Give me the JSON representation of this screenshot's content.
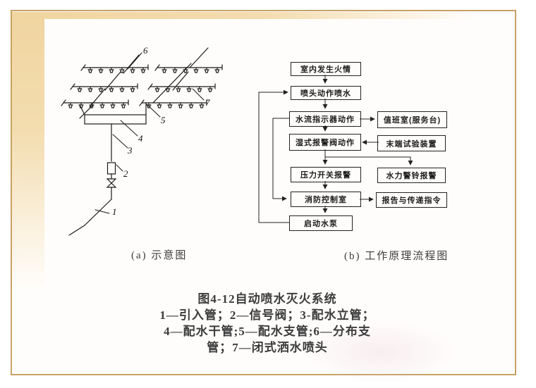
{
  "figure": {
    "caption_a": "(a) 示意图",
    "caption_b": "(b) 工作原理流程图",
    "title": "图4-12自动喷水灭火系统",
    "legend_line1": "1—引入管；2—信号阀；3-配水立管；",
    "legend_line2": "4—配水干管;5—配水支管;6—分布支",
    "legend_line3": "管；7—闭式洒水喷头"
  },
  "schematic": {
    "part_numbers": [
      "1",
      "2",
      "3",
      "4",
      "5",
      "6",
      "7"
    ]
  },
  "flowchart": {
    "nodes": {
      "fire": "室内发生火情",
      "sprinkler": "喷头动作喷水",
      "flow_indicator": "水流指示器动作",
      "duty_room": "值班室(服务台)",
      "wet_valve": "湿式报警阀动作",
      "end_test": "末端试验装置",
      "pressure_switch": "压力开关报警",
      "hydraulic_bell": "水力警铃报警",
      "control_room": "消防控制室",
      "report": "报告与传递指令",
      "start_pump": "启动水泵"
    }
  },
  "theme": {
    "border_color": "#c6a265",
    "band_color": "#f2d8a3",
    "text_color": "#3c3c3c",
    "line_color": "#222222"
  }
}
